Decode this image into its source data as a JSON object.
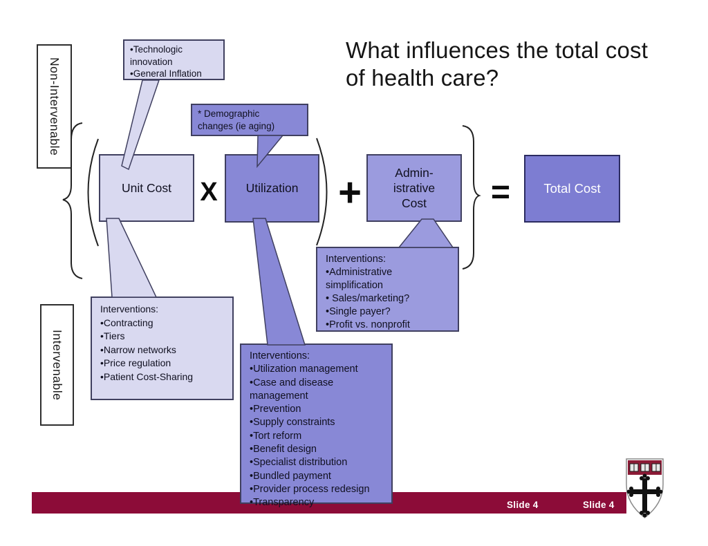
{
  "slide": {
    "title_line1": "What influences the total cost",
    "title_line2": "of health care?",
    "side_labels": {
      "top": "Non-Intervenable",
      "bottom": "Intervenable"
    },
    "equation": {
      "unit_cost": "Unit Cost",
      "times": "X",
      "utilization": "Utilization",
      "plus": "+",
      "admin_lines": [
        "Admin-",
        "istrative",
        "Cost"
      ],
      "equals": "=",
      "total_cost": "Total Cost"
    },
    "callouts": {
      "unit_cost_drivers": {
        "lines": [
          "•Technologic",
          "innovation",
          "•General Inflation"
        ]
      },
      "utilization_driver": {
        "lines": [
          "* Demographic",
          "changes (ie aging)"
        ]
      },
      "unit_cost_interventions": {
        "lines": [
          "Interventions:",
          "•Contracting",
          "•Tiers",
          "•Narrow networks",
          "•Price regulation",
          "•Patient Cost-Sharing"
        ]
      },
      "utilization_interventions": {
        "lines": [
          "Interventions:",
          "•Utilization management",
          "•Case and disease",
          "management",
          "•Prevention",
          "•Supply constraints",
          "•Tort reform",
          "•Benefit design",
          "•Specialist distribution",
          "•Bundled payment",
          "•Provider process redesign",
          "•Transparency"
        ]
      },
      "admin_interventions": {
        "lines": [
          "Interventions:",
          "•Administrative",
          "simplification",
          "• Sales/marketing?",
          "•Single payer?",
          "•Profit vs. nonprofit"
        ]
      }
    },
    "footer": {
      "slide_label_left": "Slide 4",
      "slide_label_right": "Slide 4"
    },
    "colors": {
      "light_purple": "#d9d9f0",
      "medium_purple": "#8888d6",
      "soft_purple": "#9b9bde",
      "total_cost_purple": "#7d7dd2",
      "maroon_bar": "#8c0c38"
    },
    "logo": "harvard-chan-shield"
  }
}
